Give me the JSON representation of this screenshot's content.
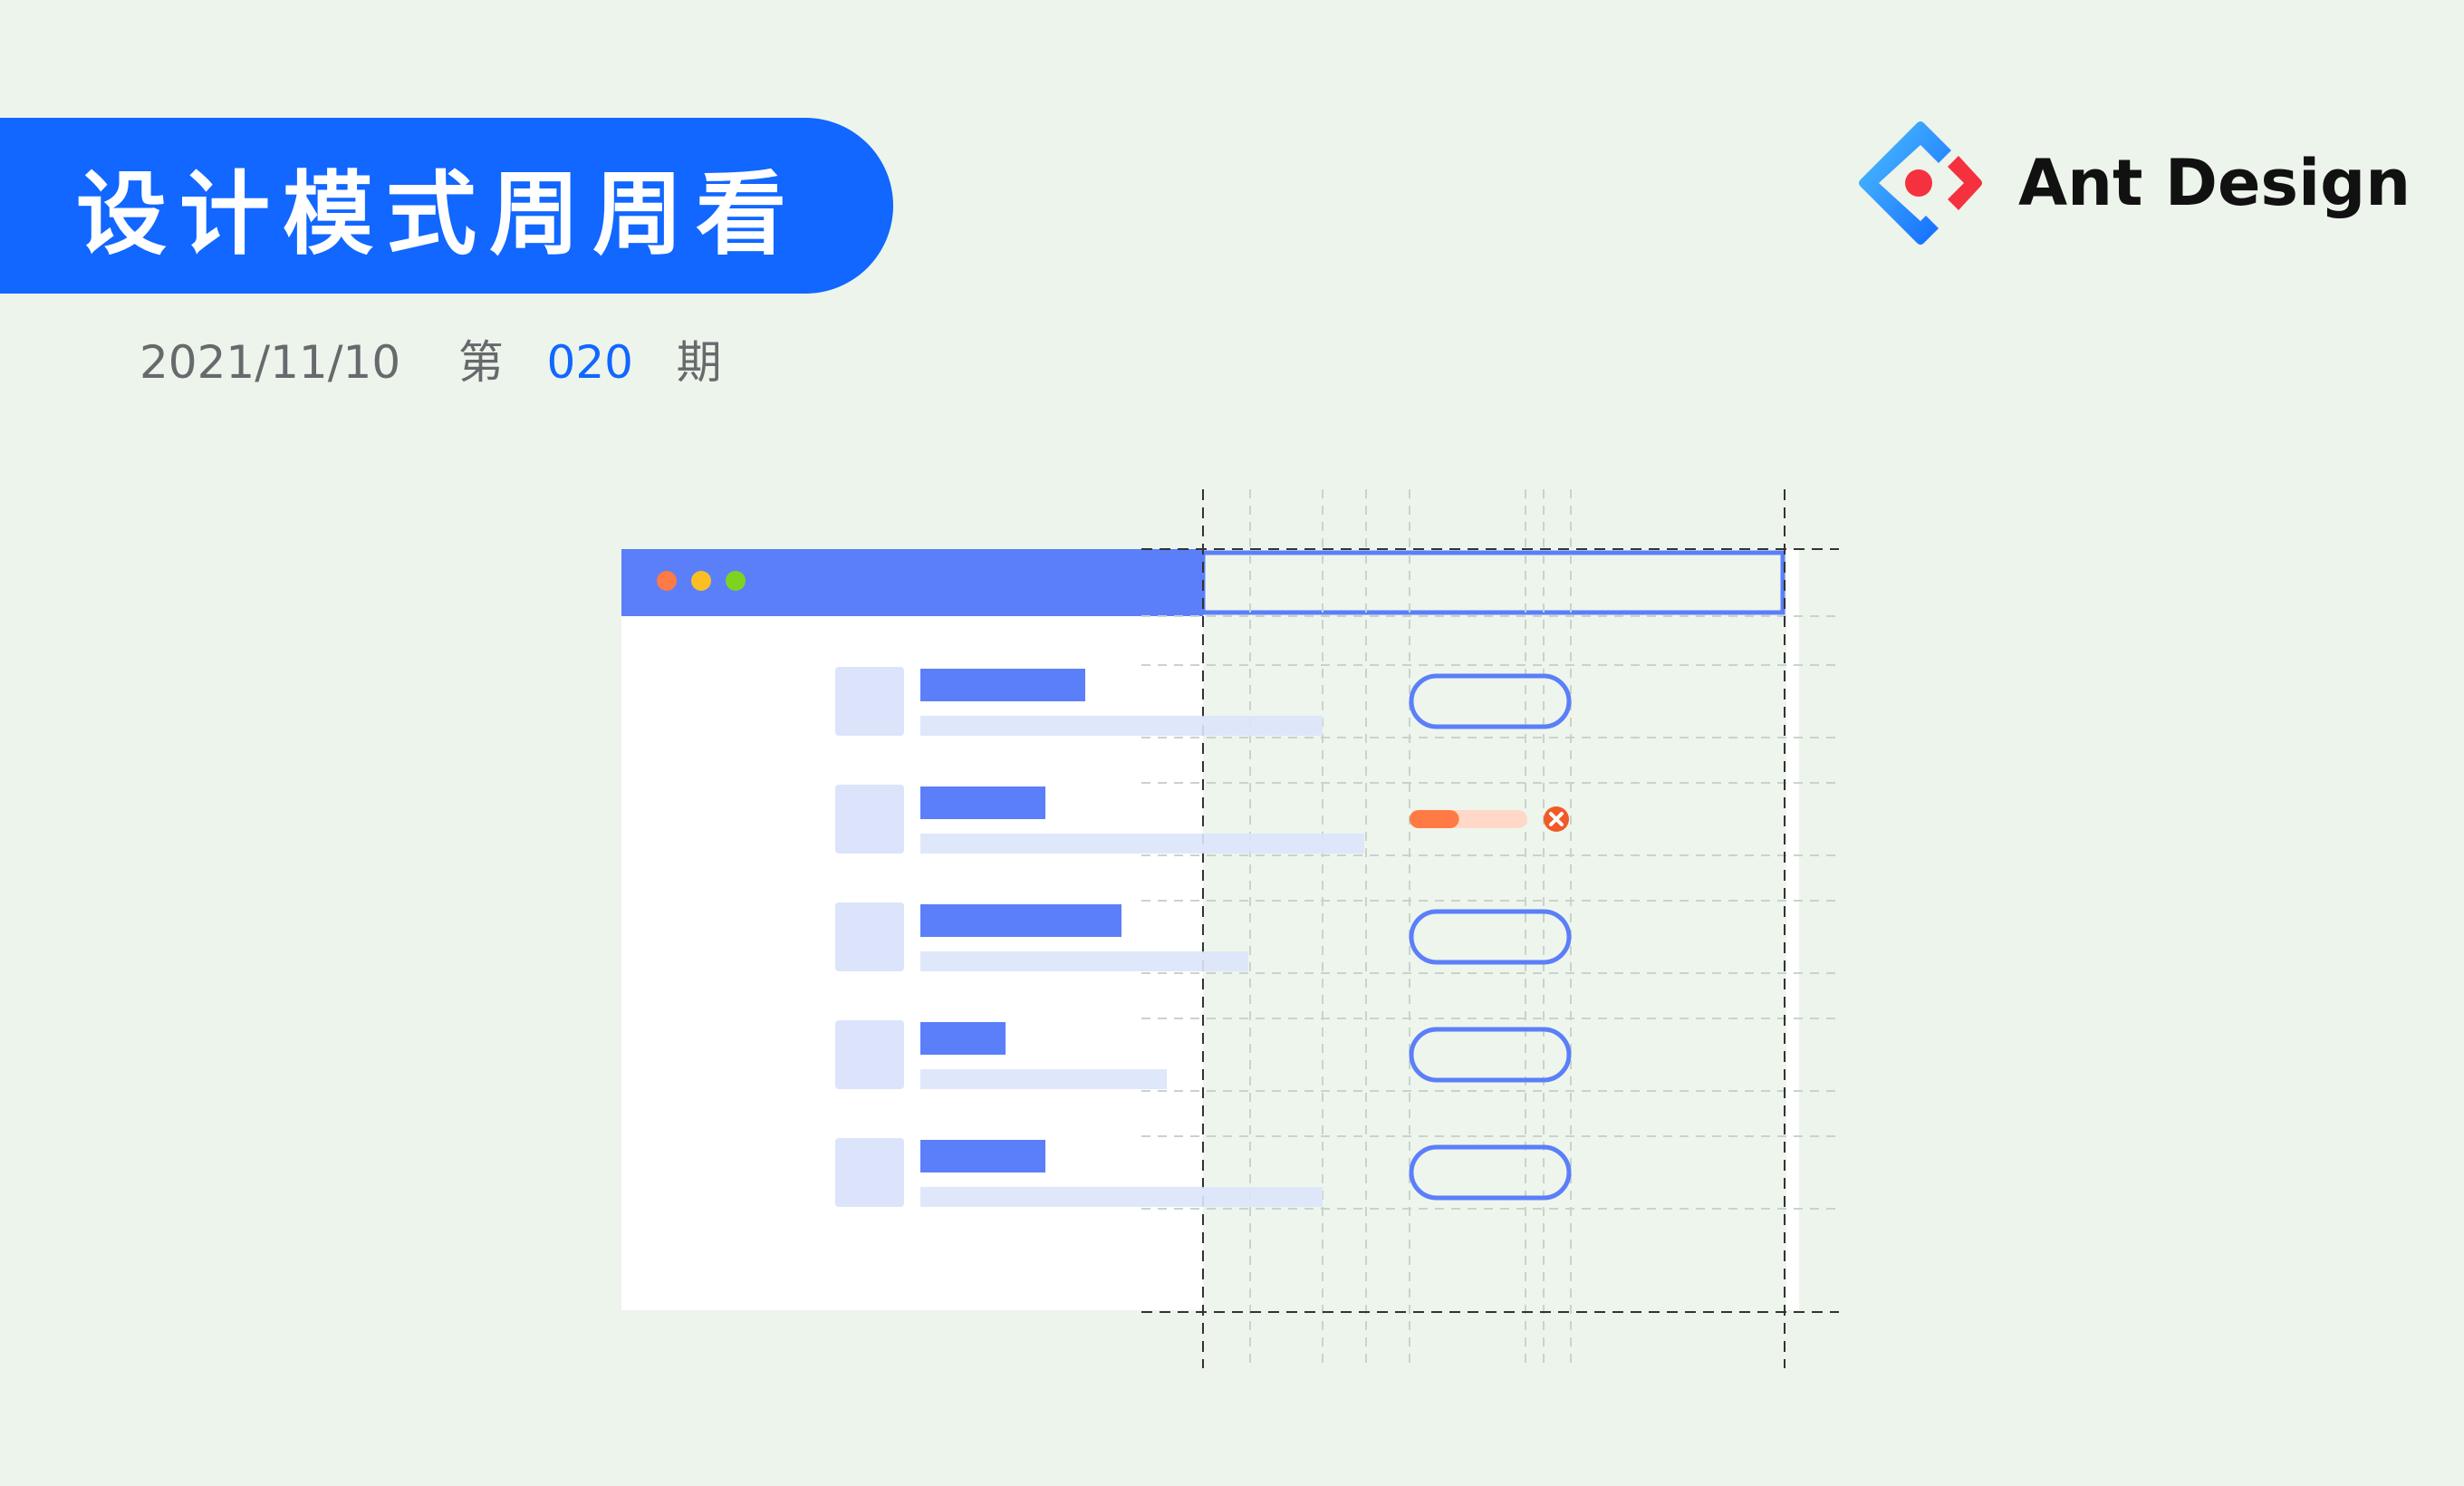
{
  "header": {
    "title": "设计模式周周看",
    "date": "2021/11/10",
    "issue_prefix": "第",
    "issue_number": "020",
    "issue_suffix": "期"
  },
  "brand": {
    "name": "Ant Design",
    "logo_icon": "ant-design-logo-icon"
  },
  "illustration": {
    "window_dots": [
      "#ff7a45",
      "#fbbf24",
      "#7ed321"
    ],
    "colors": {
      "accent": "#1167ff",
      "window_bar": "#5b7ff9",
      "block_dark": "#5b7ff9",
      "block_light": "#dbe4fb",
      "progress": "#ff7a45",
      "progress_track": "#ffd8c8",
      "error": "#f05a28"
    },
    "rows": [
      {
        "control": "button"
      },
      {
        "control": "progress",
        "progress": 0.42
      },
      {
        "control": "button"
      },
      {
        "control": "button"
      },
      {
        "control": "button"
      }
    ]
  }
}
